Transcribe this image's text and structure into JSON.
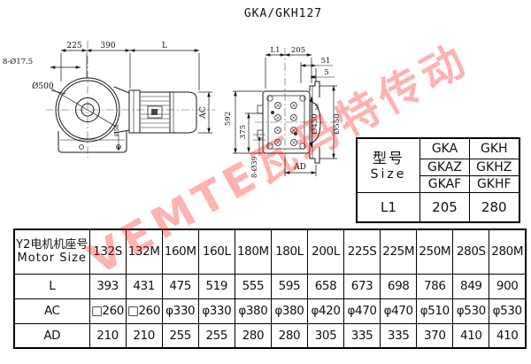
{
  "title": "GKA/GKH127",
  "watermark": "VEMTE瓦玛特传动",
  "left_view": {
    "dim_225": "225",
    "dim_390": "390",
    "dim_l": "L",
    "bolt_note": "8-Ø17.5",
    "dia_note": "Ø500",
    "ac_label": "AC",
    "shaft_note": "Ø55"
  },
  "right_view": {
    "dim_l1": "L1",
    "dim_205": "205",
    "dim_51": "51",
    "dim_5": "5",
    "dim_592": "592",
    "dim_375": "375",
    "bolt_note": "8-Ø39",
    "ad_label": "AD",
    "spigot": "Ø450",
    "spigot_tol": "h6",
    "flange_od": "Ø550"
  },
  "size_table": {
    "header_cn": "型号",
    "header_en": "Size",
    "col_a": [
      "GKA",
      "GKAZ",
      "GKAF"
    ],
    "col_h": [
      "GKH",
      "GKHZ",
      "GKHF"
    ],
    "l1_label": "L1",
    "l1_values": [
      "205",
      "280"
    ]
  },
  "motor_table": {
    "header_label_cn": "Y2电机机座号",
    "header_label_en": "Motor Size",
    "columns": [
      "132S",
      "132M",
      "160M",
      "160L",
      "180M",
      "180L",
      "200L",
      "225S",
      "225M",
      "250M",
      "280S",
      "280M"
    ],
    "rows": [
      {
        "label": "L",
        "values": [
          "393",
          "431",
          "475",
          "519",
          "555",
          "595",
          "658",
          "673",
          "698",
          "786",
          "849",
          "900"
        ]
      },
      {
        "label": "AC",
        "values": [
          "□260",
          "□260",
          "φ330",
          "φ330",
          "φ380",
          "φ380",
          "φ420",
          "φ470",
          "φ470",
          "φ510",
          "φ530",
          "φ530"
        ]
      },
      {
        "label": "AD",
        "values": [
          "210",
          "210",
          "255",
          "255",
          "280",
          "280",
          "305",
          "335",
          "335",
          "370",
          "410",
          "410"
        ]
      }
    ]
  }
}
